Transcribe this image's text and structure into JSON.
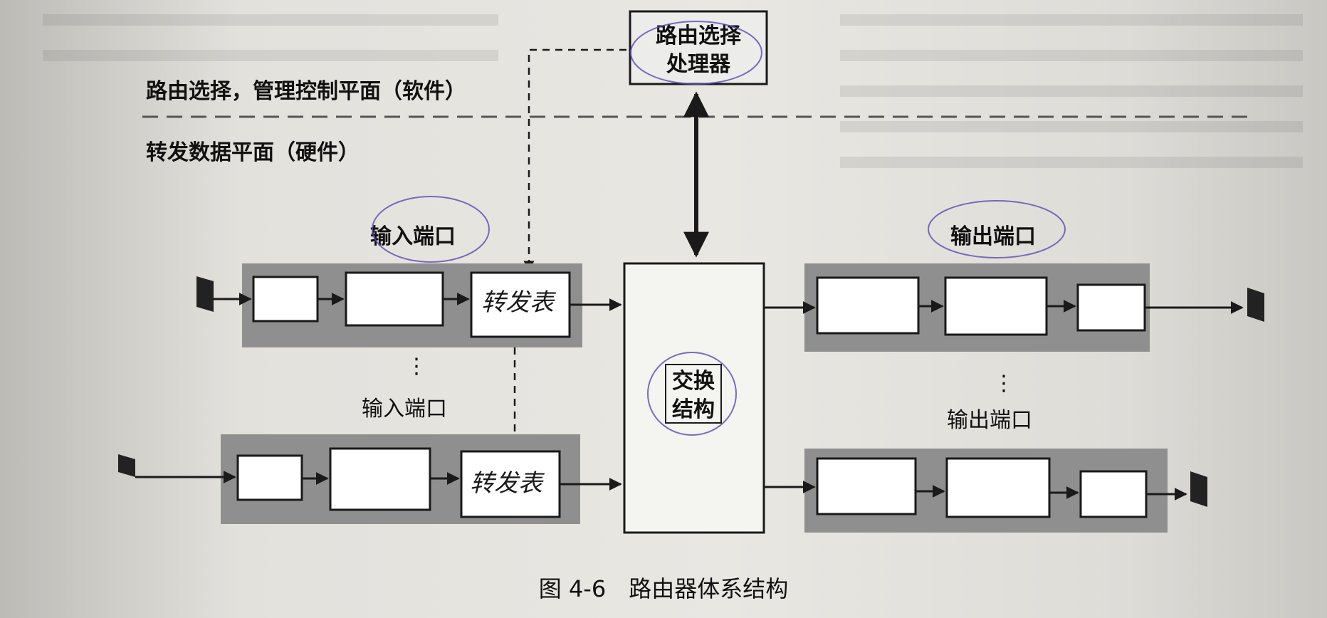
{
  "figure": {
    "caption": "图 4-6　路由器体系结构",
    "control_plane_label": "路由选择，管理控制平面（软件）",
    "forwarding_plane_label": "转发数据平面（硬件）",
    "routing_processor_label": [
      "路由选择",
      "处理器"
    ],
    "switch_fabric_label": [
      "交换",
      "结构"
    ],
    "input_port_label": "输入端口",
    "output_port_label": "输出端口",
    "handwritten_forwarding_table": "转发表",
    "ellipsis": "⋮",
    "colors": {
      "port_band": "#8f8f8f",
      "box_fill": "#ffffff",
      "stroke": "#1a1a1a",
      "annotation_ink": "#5a4bb0"
    }
  }
}
